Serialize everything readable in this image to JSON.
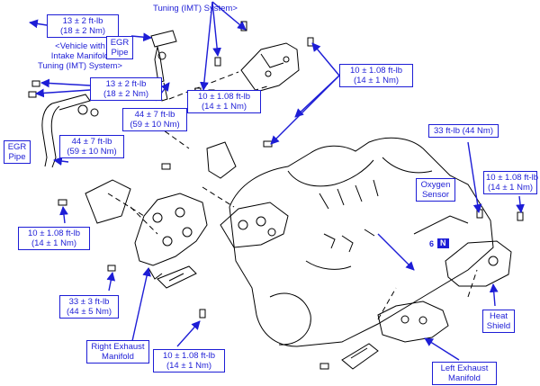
{
  "colors": {
    "callout": "#1d1dd6",
    "line_art": "#000000",
    "background": "#ffffff"
  },
  "labels": {
    "imt_top": "Tuning (IMT) System>",
    "imt_note": [
      "<Vehicle with",
      "Intake Manifold",
      "Tuning (IMT) System>"
    ],
    "torque_13_upper": [
      "13 ± 2 ft-lb",
      "(18 ± 2 Nm)"
    ],
    "egr_pipe_upper": [
      "EGR",
      "Pipe"
    ],
    "torque_13_mid": [
      "13 ± 2 ft-lb",
      "(18 ± 2 Nm)"
    ],
    "torque_44_upper": [
      "44 ± 7 ft-lb",
      "(59 ± 10 Nm)"
    ],
    "torque_10_center": [
      "10 ± 1.08 ft-lb",
      "(14 ± 1 Nm)"
    ],
    "torque_10_top_right": [
      "10 ± 1.08 ft-lb",
      "(14 ± 1 Nm)"
    ],
    "egr_pipe_left": [
      "EGR",
      "Pipe"
    ],
    "torque_44_left": [
      "44 ± 7 ft-lb",
      "(59 ± 10 Nm)"
    ],
    "torque_33_44": [
      "33 ft-lb (44 Nm)"
    ],
    "torque_10_right": [
      "10 ± 1.08 ft-lb",
      "(14 ± 1 Nm)"
    ],
    "oxygen_sensor": [
      "Oxygen",
      "Sensor"
    ],
    "torque_10_left": [
      "10 ± 1.08 ft-lb",
      "(14 ± 1 Nm)"
    ],
    "heat_shield": [
      "Heat",
      "Shield"
    ],
    "torque_33_3": [
      "33 ± 3 ft-lb",
      "(44 ± 5 Nm)"
    ],
    "right_exhaust_manifold": [
      "Right Exhaust",
      "Manifold"
    ],
    "torque_10_bottom": [
      "10 ± 1.08 ft-lb",
      "(14 ± 1 Nm)"
    ],
    "left_exhaust_manifold": [
      "Left Exhaust",
      "Manifold"
    ]
  },
  "engine_tag": {
    "number": "6",
    "letter": "N"
  }
}
